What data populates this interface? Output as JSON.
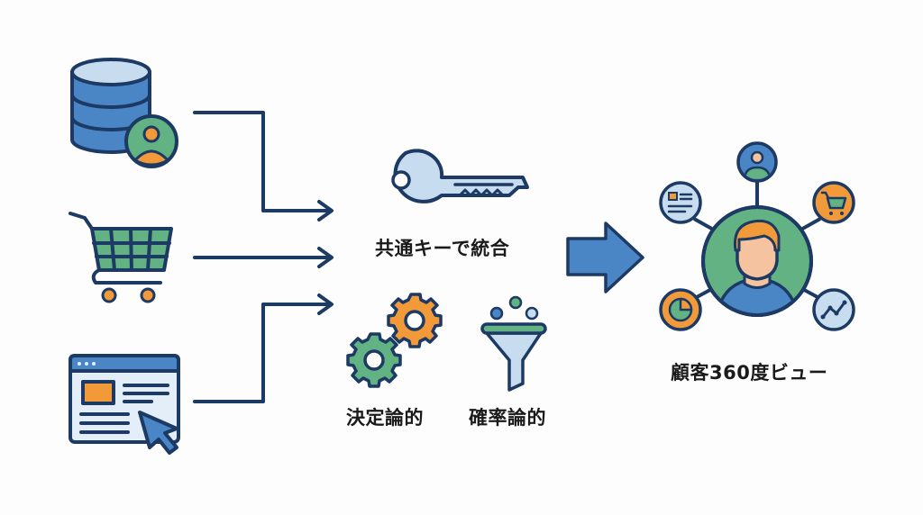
{
  "diagram": {
    "title": "顧客データ統合フロー",
    "sources": [
      {
        "name": "customer-database",
        "icon": "database-user-icon"
      },
      {
        "name": "shopping-cart",
        "icon": "shopping-cart-icon"
      },
      {
        "name": "web-browsing",
        "icon": "browser-cursor-icon"
      }
    ],
    "integration": {
      "key_label": "共通キーで統合",
      "key_icon": "key-icon",
      "methods": [
        {
          "label": "決定論的",
          "icon": "gears-icon"
        },
        {
          "label": "確率論的",
          "icon": "funnel-icon"
        }
      ]
    },
    "result": {
      "label": "顧客360度ビュー",
      "center_icon": "customer-avatar-icon",
      "satellites": [
        {
          "name": "profile",
          "icon": "user-icon"
        },
        {
          "name": "documents",
          "icon": "document-icon"
        },
        {
          "name": "purchases",
          "icon": "cart-icon"
        },
        {
          "name": "analytics-pie",
          "icon": "pie-chart-icon"
        },
        {
          "name": "trend",
          "icon": "line-chart-icon"
        }
      ]
    },
    "colors": {
      "outline": "#1c3a63",
      "blue": "#4a86c5",
      "light_blue": "#c7dcee",
      "green": "#63b283",
      "orange": "#f29a3a",
      "skin": "#f6c3a0"
    }
  }
}
